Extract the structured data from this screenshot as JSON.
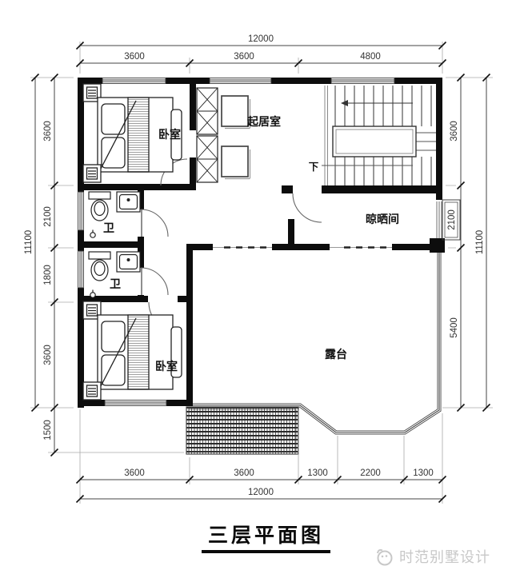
{
  "title": "三层平面图",
  "watermark": {
    "text": "时范别墅设计"
  },
  "rooms": {
    "bedroom_top": "卧室",
    "living": "起居室",
    "bath1": "卫",
    "bath2": "卫",
    "drying": "晾晒间",
    "terrace": "露台",
    "bedroom_bottom": "卧室",
    "stairs_down": "下"
  },
  "dims": {
    "top": {
      "overall": "12000",
      "segments": [
        "3600",
        "3600",
        "4800"
      ]
    },
    "bottom": {
      "overall": "12000",
      "segments": [
        "3600",
        "3600",
        "1300",
        "2200",
        "1300"
      ]
    },
    "left": {
      "overall": "11100",
      "segments": [
        "3600",
        "2100",
        "1800",
        "3600",
        "1500"
      ]
    },
    "right": {
      "overall": "11100",
      "segments": [
        "3600",
        "2100",
        "5400"
      ]
    }
  },
  "colors": {
    "wall": "#0d0d0d",
    "dim_text": "#333333",
    "watermark": "#c8c8c8"
  }
}
